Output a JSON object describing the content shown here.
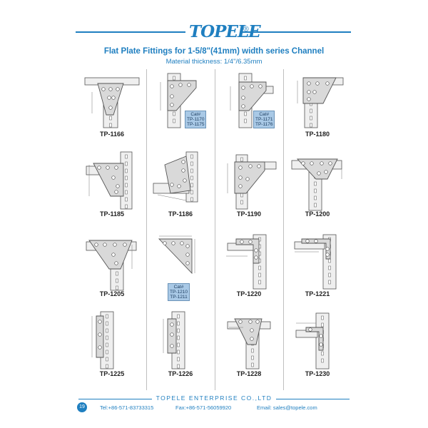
{
  "header": {
    "logo": "TOPELE",
    "logo_mark": "®",
    "title": "Flat Plate Fittings for 1-5/8\"(41mm) width series Channel",
    "subtitle": "Material thickness: 1/4\"/6.35mm"
  },
  "products": [
    {
      "label": "TP-1166"
    },
    {
      "label": "",
      "cat": {
        "heading": "Cat#",
        "codes": [
          "TP-1170",
          "TP-1175"
        ]
      }
    },
    {
      "label": "",
      "cat": {
        "heading": "Cat#",
        "codes": [
          "TP-1171",
          "TP-1176"
        ]
      }
    },
    {
      "label": "TP-1180"
    },
    {
      "label": "TP-1185"
    },
    {
      "label": "TP-1186"
    },
    {
      "label": "TP-1190"
    },
    {
      "label": "TP-1200"
    },
    {
      "label": "TP-1205"
    },
    {
      "label": "",
      "cat": {
        "heading": "Cat#",
        "codes": [
          "TP-1210",
          "TP-1211"
        ]
      }
    },
    {
      "label": "TP-1220"
    },
    {
      "label": "TP-1221"
    },
    {
      "label": "TP-1225"
    },
    {
      "label": "TP-1226"
    },
    {
      "label": "TP-1228"
    },
    {
      "label": "TP-1230"
    }
  ],
  "footer": {
    "company": "TOPELE ENTERPRISE CO.,LTD",
    "page": "19",
    "tel": "Tel:+86-571-83733315",
    "fax": "Fax:+86-571-56059920",
    "email": "Email: sales@topele.com"
  }
}
